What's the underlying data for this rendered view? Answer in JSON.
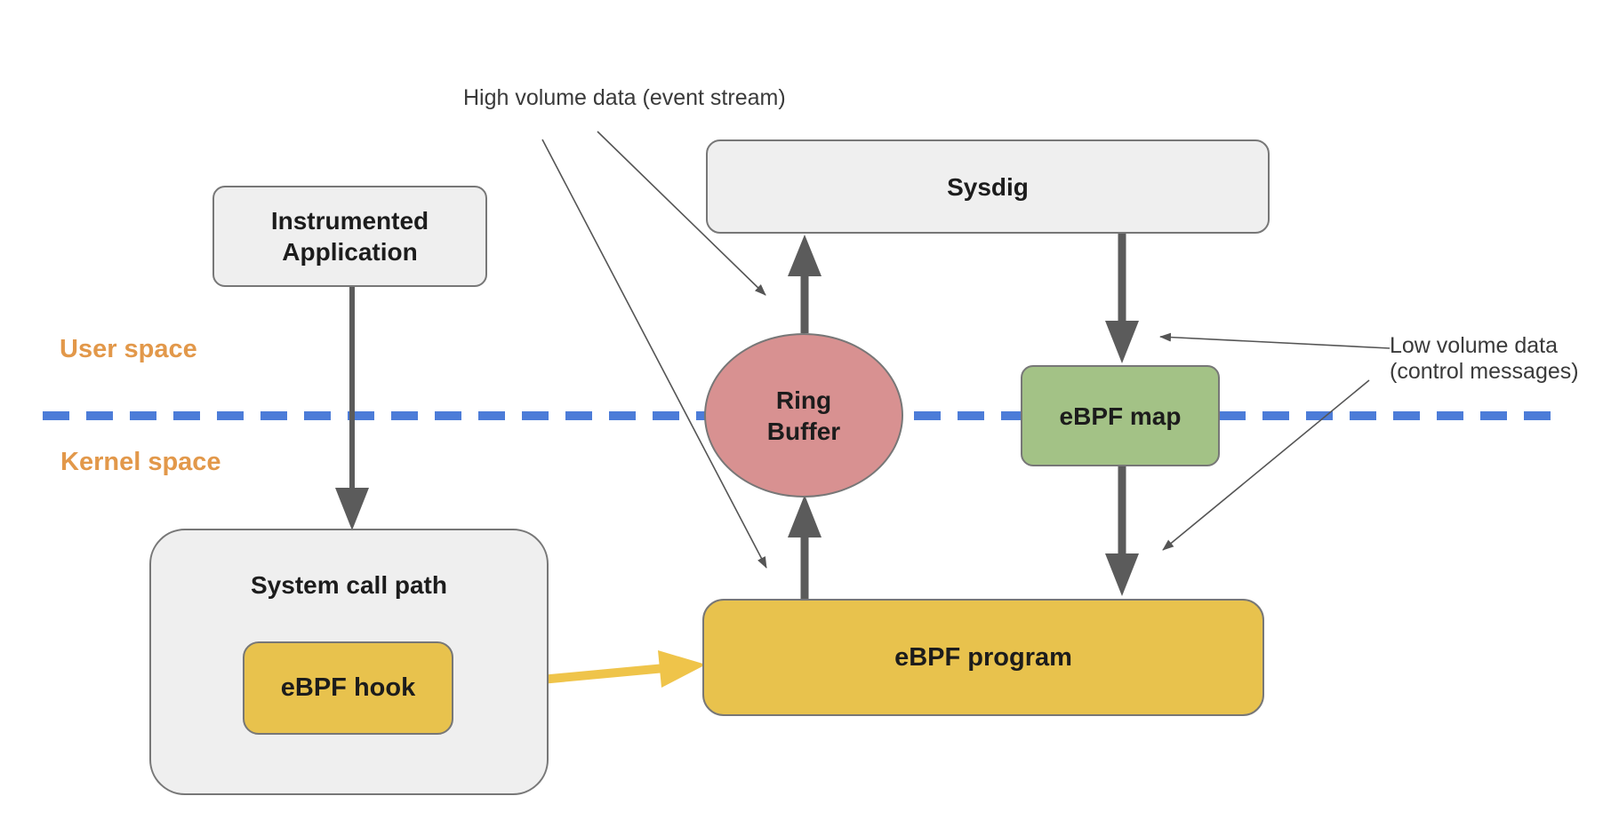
{
  "nodes": {
    "instrumented_app": {
      "label": "Instrumented\nApplication"
    },
    "sysdig": {
      "label": "Sysdig"
    },
    "ring_buffer": {
      "label": "Ring\nBuffer"
    },
    "ebpf_map": {
      "label": "eBPF map"
    },
    "system_call_path": {
      "label": "System call path"
    },
    "ebpf_hook": {
      "label": "eBPF hook"
    },
    "ebpf_program": {
      "label": "eBPF program"
    }
  },
  "regions": {
    "user_space": "User space",
    "kernel_space": "Kernel space"
  },
  "annotations": {
    "high_volume": "High volume data (event stream)",
    "low_volume": "Low volume data\n(control messages)"
  },
  "colors": {
    "node_fill_gray": "#EFEFEF",
    "node_fill_yellow": "#E8C24D",
    "node_fill_green": "#A3C286",
    "node_fill_pink": "#D89191",
    "node_border": "#777777",
    "arrow_gray": "#5B5B5B",
    "arrow_yellow": "#EFC44A",
    "annotation_line": "#555555",
    "divider_blue": "#4C7CD8",
    "region_label_orange": "#E2984A",
    "text_dark": "#1C1C1C",
    "annotation_text": "#3A3A3A",
    "background": "#FFFFFF"
  }
}
